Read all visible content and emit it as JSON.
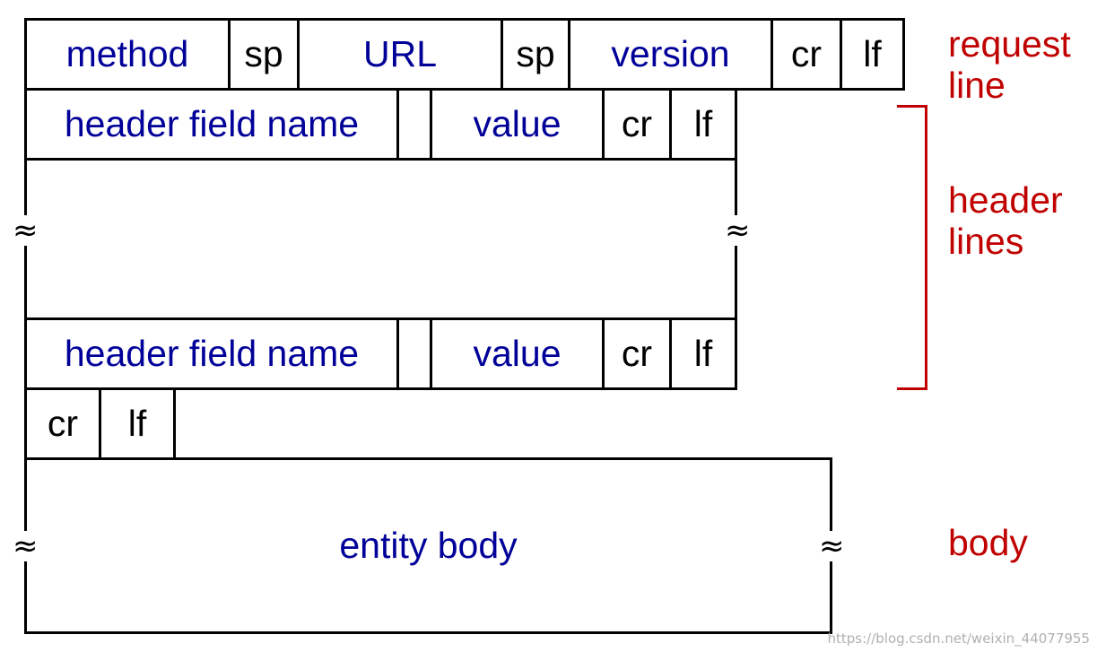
{
  "request_line": {
    "method": "method",
    "sp1": "sp",
    "url": "URL",
    "sp2": "sp",
    "version": "version",
    "cr": "cr",
    "lf": "lf"
  },
  "header_line_1": {
    "name": "header field name",
    "value": "value",
    "cr": "cr",
    "lf": "lf"
  },
  "header_line_2": {
    "name": "header field name",
    "value": "value",
    "cr": "cr",
    "lf": "lf"
  },
  "blank_line": {
    "cr": "cr",
    "lf": "lf"
  },
  "body": {
    "text": "entity body"
  },
  "ellipsis_symbol": "≈",
  "labels": {
    "request_line": [
      "request",
      "line"
    ],
    "header_lines": [
      "header",
      "lines"
    ],
    "body": "body"
  },
  "watermark": "https://blog.csdn.net/weixin_44077955",
  "colors": {
    "field_text": "#000099",
    "label_text": "#c00000",
    "border": "#000000"
  }
}
